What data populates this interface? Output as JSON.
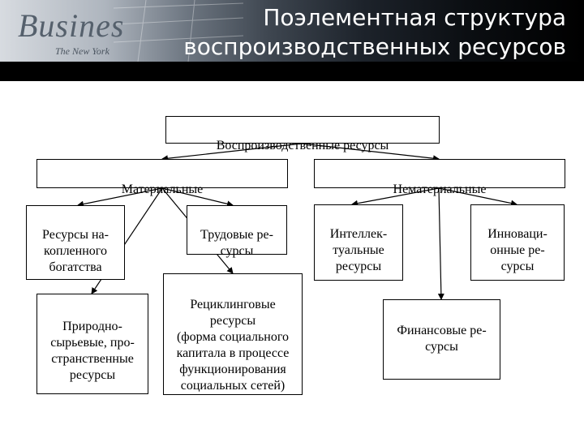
{
  "header": {
    "title": "Поэлементная структура\nвоспроизводственных ресурсов",
    "logo_text": "Busines",
    "logo_sub": "The New York"
  },
  "diagram": {
    "root": "Воспроизводственные ресурсы",
    "material": "Материальные",
    "nonmaterial": "Нематериальные",
    "accumulated": "Ресурсы на-\nкопленного\nбогатства",
    "labor": "Трудовые ре-\nсурсы",
    "natural": "Природно-\nсырьевые, про-\nстранственные\nресурсы",
    "recycling": "Рециклинговые\nресурсы\n(форма социального\nкапитала в процессе\nфункционирования\nсоциальных сетей)",
    "intellectual": "Интеллек-\nтуальные\nресурсы",
    "innovation": "Инноваци-\nонные ре-\nсурсы",
    "financial": "Финансовые ре-\nсурсы"
  }
}
